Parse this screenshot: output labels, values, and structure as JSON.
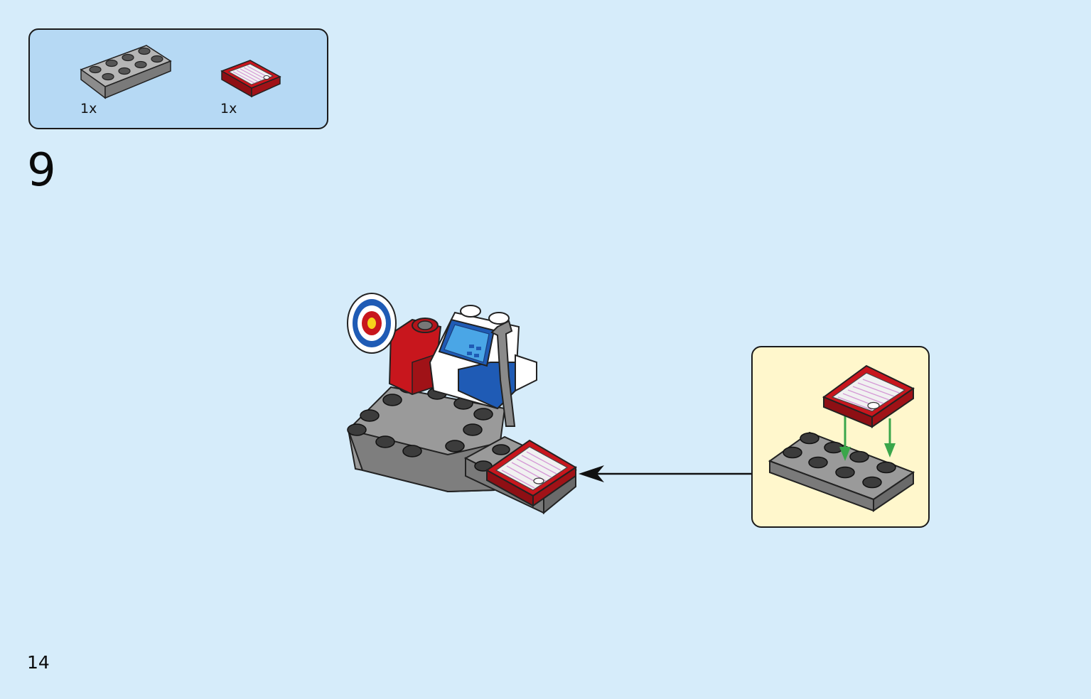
{
  "parts_list": {
    "items": [
      {
        "name": "plate-2x4-gray",
        "quantity": "1x"
      },
      {
        "name": "tile-2x2-printed-red",
        "quantity": "1x"
      }
    ]
  },
  "step": {
    "number": "9"
  },
  "page": {
    "number": "14"
  },
  "colors": {
    "page_background": "#d6ecfa",
    "parts_callout_background": "#b6d9f4",
    "subassembly_callout_background": "#fff7cc",
    "brick_gray": "#9a9a9a",
    "stud_dark": "#3c3c3c",
    "tile_red": "#c8161d",
    "arrow_green": "#3aa64a"
  },
  "icons": [
    "gray-plate-icon",
    "red-printed-tile-icon",
    "target-icon",
    "wrench-icon",
    "assembly-arrow-icon",
    "placement-arrow-icon"
  ]
}
